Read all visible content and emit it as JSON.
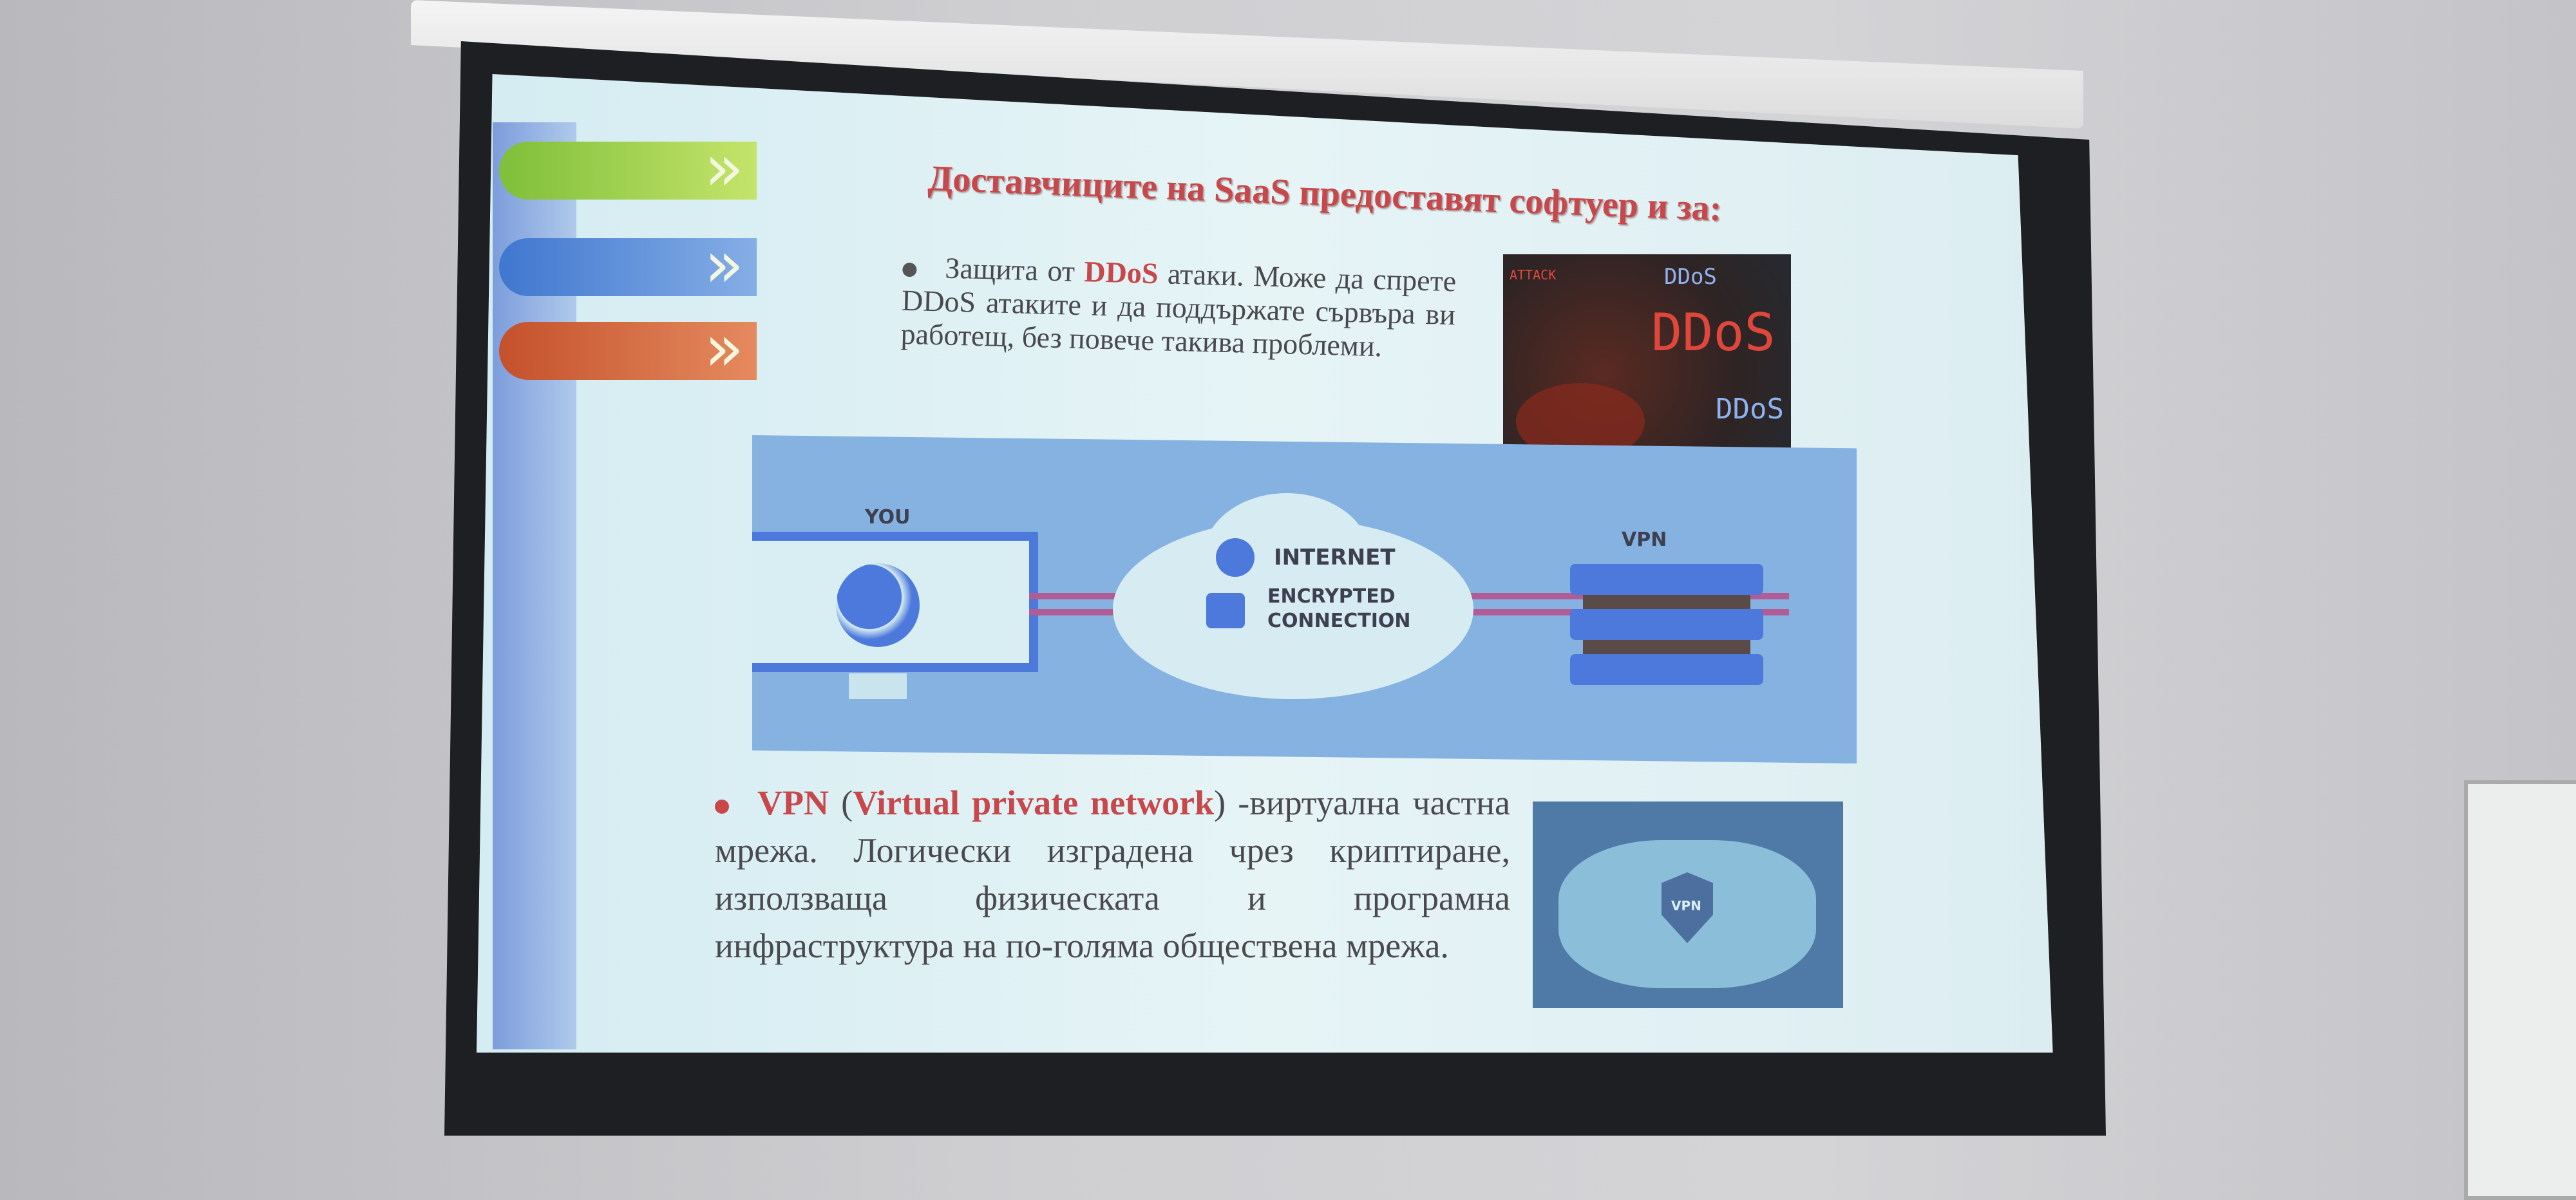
{
  "slide": {
    "title": "Доставчиците на SaaS предоставят софтуер и за:",
    "bullet1": {
      "prefix": "Защита от ",
      "highlight": "DDoS",
      "rest": " атаки. Може да спрете DDoS атаките и да поддържате сървъра ви работещ, без повече такива проблеми."
    },
    "ddos_image": {
      "labels": [
        "DDoS",
        "DDoS",
        "DDoS",
        "ATTACK"
      ]
    },
    "diagram": {
      "you": "YOU",
      "internet": "INTERNET",
      "encrypted_line1": "ENCRYPTED",
      "encrypted_line2": "CONNECTION",
      "vpn": "VPN"
    },
    "bullet2": {
      "highlight1": "VPN",
      "open": " (",
      "highlight2": "Virtual private network",
      "rest": ") -виртуална частна мрежа. Логически изградена чрез криптиране, използваща физическата и програмна инфраструктура на по-голяма обществена мрежа."
    },
    "vpn_image": {
      "label": "VPN"
    }
  },
  "colors": {
    "accent_red": "#c8474a",
    "diagram_bg": "#86b2e2",
    "arrow_green": "#a6d04a",
    "arrow_blue": "#5b8fd8",
    "arrow_orange": "#d9673d"
  }
}
